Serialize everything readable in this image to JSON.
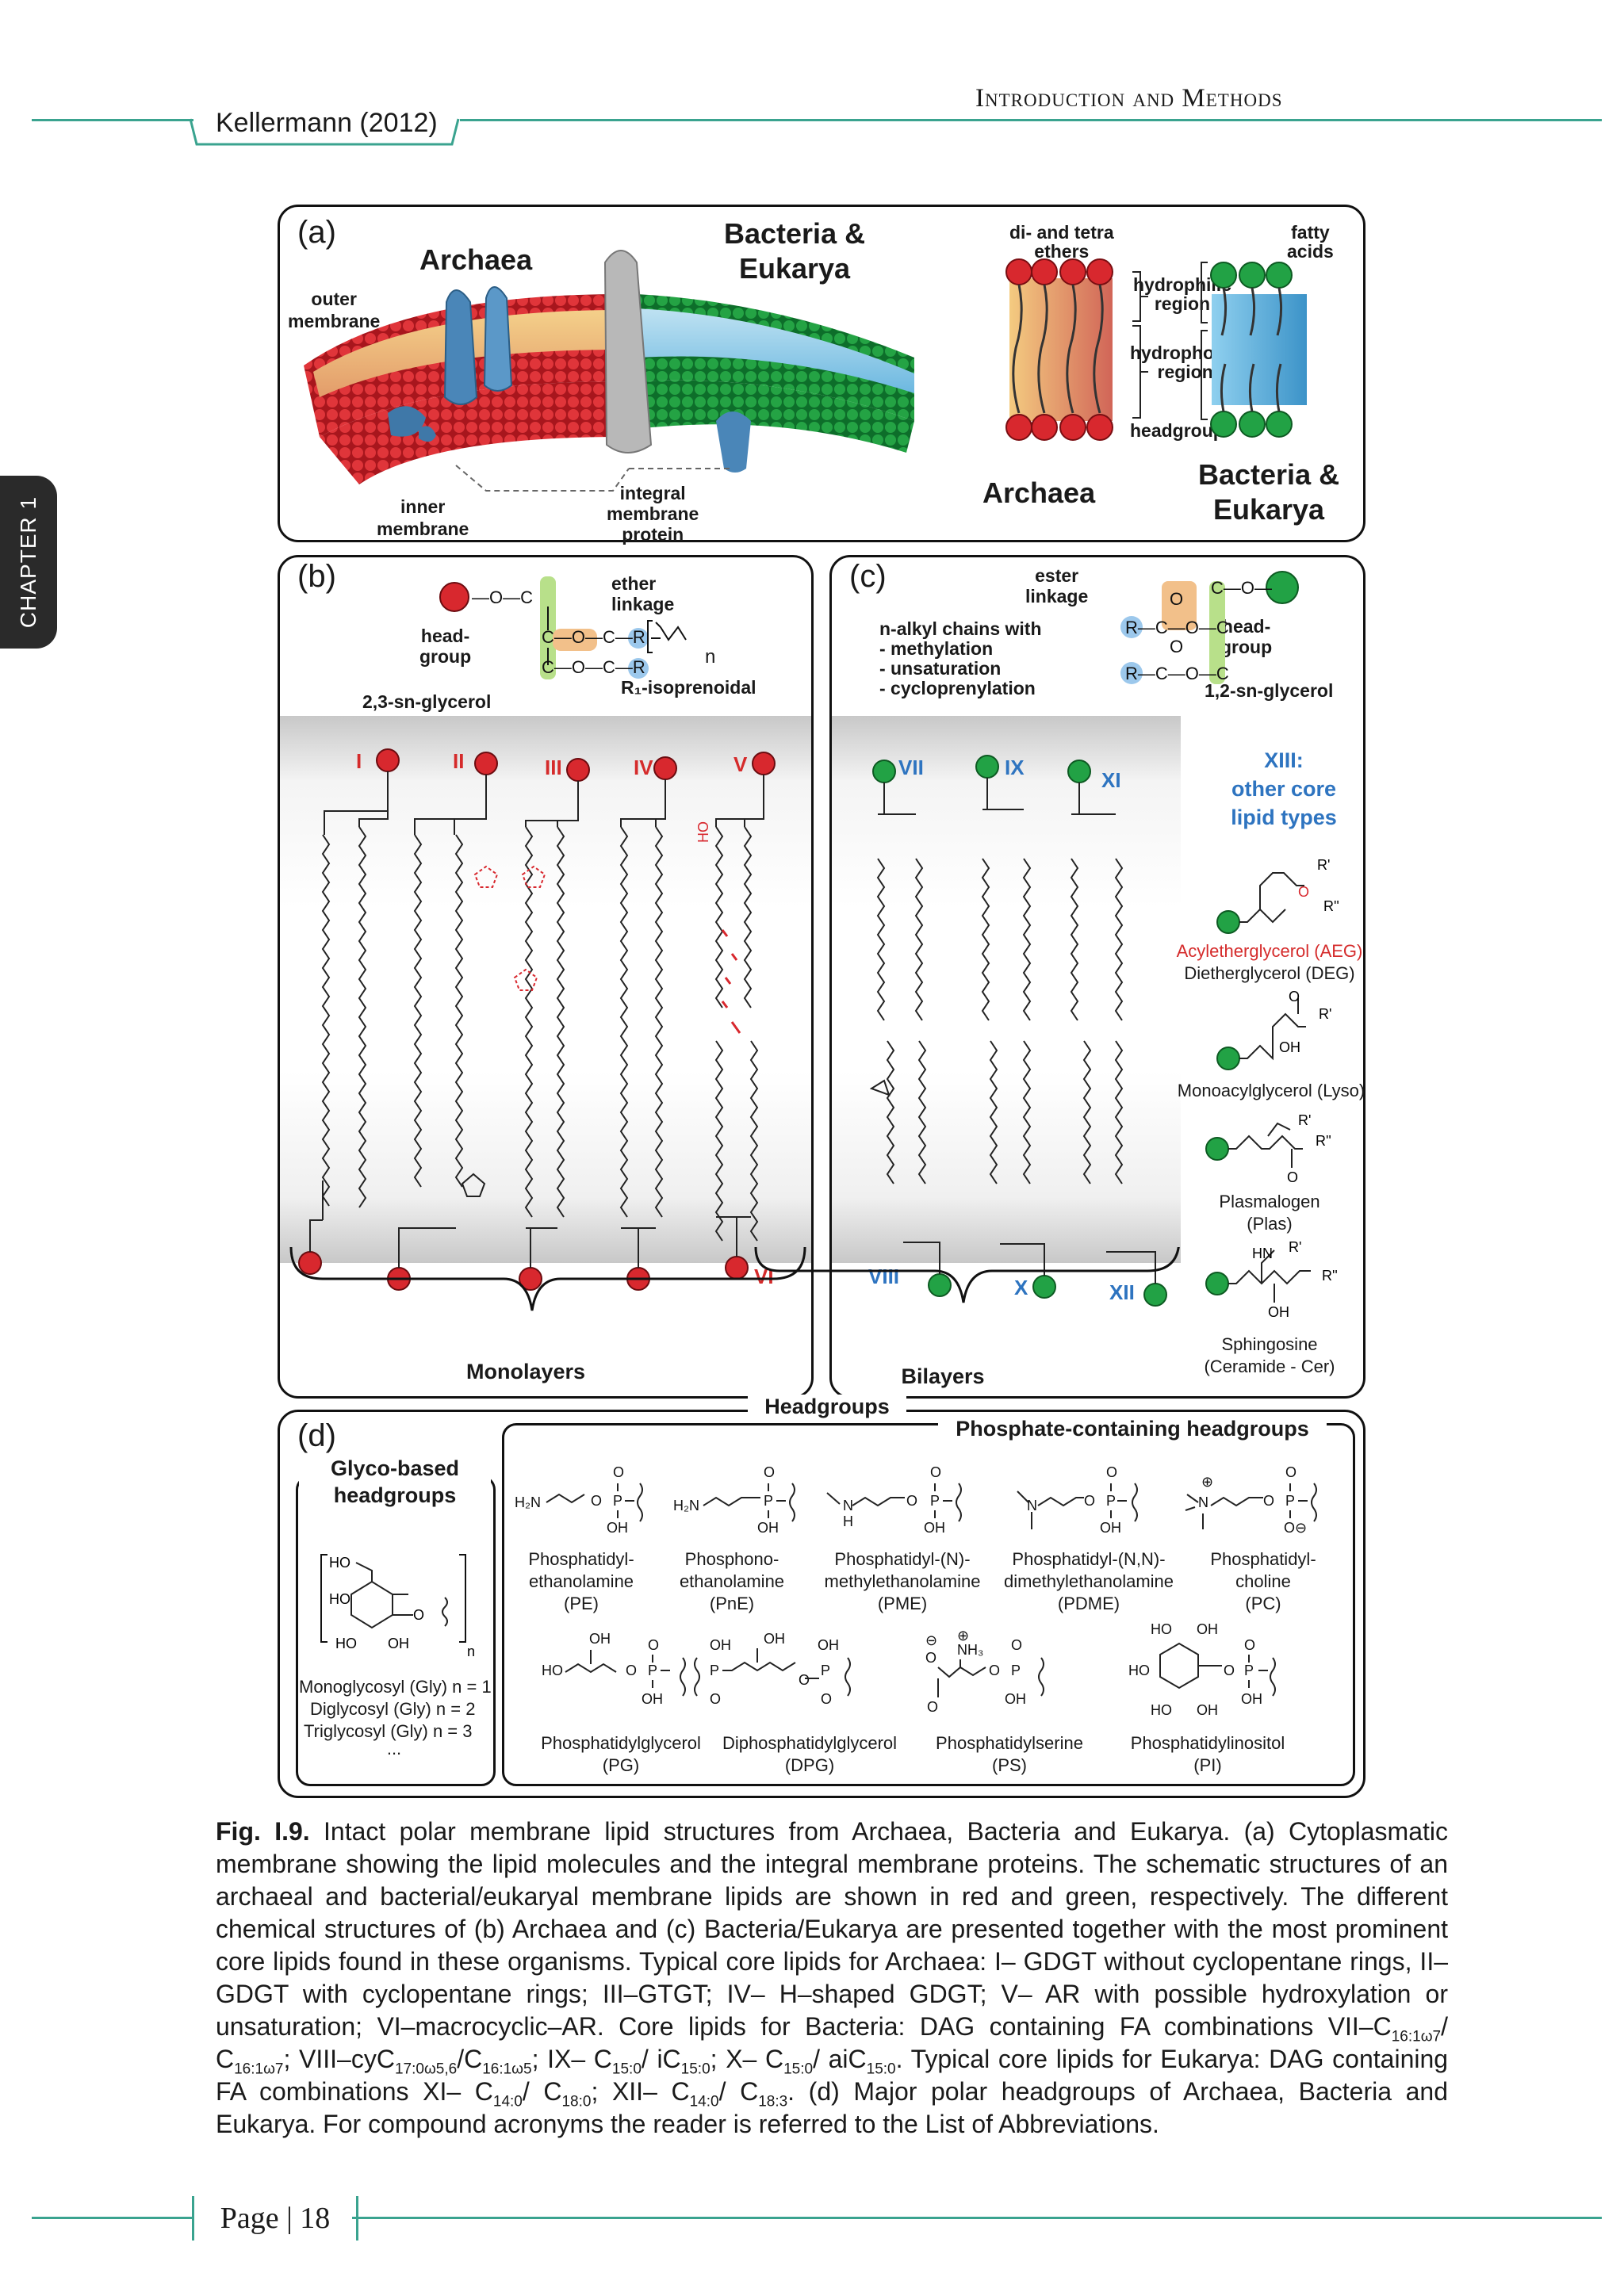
{
  "header": {
    "author": "Kellermann (2012)",
    "section": "Introduction and Methods",
    "chapter_tab": "CHAPTER 1"
  },
  "panel_a": {
    "label": "(a)",
    "archaea_title": "Archaea",
    "bact_title": "Bacteria &\nEukarya",
    "outer_membrane": "outer\nmembrane",
    "inner_membrane": "inner\nmembrane",
    "integral_protein": "integral\nmembrane\nprotein",
    "ethers": "di- and tetra\nethers",
    "fatty_acids": "fatty\nacids",
    "hydrophilic": "hydrophilic\nregion",
    "hydrophobic": "hydrophobic\nregion",
    "headgroup": "headgroup",
    "archaea_small": "Archaea",
    "bact_small": "Bacteria &\nEukarya",
    "colors": {
      "archaea": "#c8202a",
      "bacteria": "#1f8f3a",
      "protein": "#4a86b8"
    }
  },
  "panel_b": {
    "label": "(b)",
    "ether_linkage": "ether\nlinkage",
    "headgroup": "head-\ngroup",
    "glycerol": "2,3-sn-glycerol",
    "isoprenoidal": "R₁-isoprenoidal",
    "n": "n",
    "lipids": [
      "I",
      "II",
      "III",
      "IV",
      "V",
      "VI"
    ],
    "monolayers": "Monolayers"
  },
  "panel_c": {
    "label": "(c)",
    "ester_linkage": "ester\nlinkage",
    "alkyl_chains": "n-alkyl chains with\n- methylation\n- unsaturation\n- cycloprenylation",
    "headgroup": "head-\ngroup",
    "glycerol": "1,2-sn-glycerol",
    "lipids": [
      "VII",
      "IX",
      "XI",
      "VIII",
      "X",
      "XII"
    ],
    "bilayers": "Bilayers",
    "xiii_title": "XIII:\nother core\nlipid types",
    "other_lipids": [
      {
        "name": "Acyletherglycerol (AEG)",
        "name2": "Dietherglycerol (DEG)"
      },
      {
        "name": "Monoacylglycerol (Lyso)"
      },
      {
        "name": "Plasmalogen",
        "name2": "(Plas)"
      },
      {
        "name": "Sphingosine",
        "name2": "(Ceramide - Cer)"
      }
    ]
  },
  "panel_d": {
    "label": "(d)",
    "headgroups_title": "Headgroups",
    "phosphate_title": "Phosphate-containing headgroups",
    "glyco_title": "Glyco-based\nheadgroups",
    "glyco_lines": [
      "Monoglycosyl (Gly) n = 1",
      "Diglycosyl (Gly) n = 2",
      "Triglycosyl (Gly) n = 3",
      "..."
    ],
    "row1": [
      {
        "name": "Phosphatidyl-\nethanolamine\n(PE)"
      },
      {
        "name": "Phosphono-\nethanolamine\n(PnE)"
      },
      {
        "name": "Phosphatidyl-(N)-\nmethylethanolamine\n(PME)"
      },
      {
        "name": "Phosphatidyl-(N,N)-\ndimethylethanolamine\n(PDME)"
      },
      {
        "name": "Phosphatidyl-\ncholine\n(PC)"
      }
    ],
    "row2": [
      {
        "name": "Phosphatidylglycerol\n(PG)"
      },
      {
        "name": "Diphosphatidylglycerol\n(DPG)"
      },
      {
        "name": "Phosphatidylserine\n(PS)"
      },
      {
        "name": "Phosphatidylinositol\n(PI)"
      }
    ]
  },
  "caption": {
    "label": "Fig. I.9.",
    "text": "Intact polar membrane lipid structures from Archaea, Bacteria and Eukarya. (a) Cytoplasmatic membrane showing the lipid molecules and the integral membrane proteins. The schematic structures of an archaeal and bacterial/eukaryal membrane lipids are shown in red and green, respectively. The different chemical structures of (b) Archaea and (c) Bacteria/Eukarya are presented together with the most prominent core lipids found in these organisms. Typical core lipids for Archaea: I– GDGT without cyclopentane rings, II– GDGT with cyclopentane rings; III–GTGT; IV– H–shaped GDGT; V– AR with possible hydroxylation or unsaturation; VI–macrocyclic–AR. Core lipids for Bacteria: DAG containing FA combinations VII–C",
    "parts": {
      "p1": "16:1ω7",
      "p2": "/ C",
      "p3": "16:1ω7",
      "p4": "; VIII–cyC",
      "p5": "17:0ω5,6",
      "p6": "/C",
      "p7": "16:1ω5",
      "p8": "; IX– C",
      "p9": "15:0",
      "p10": "/ iC",
      "p11": "15:0",
      "p12": "; X– C",
      "p13": "15:0",
      "p14": "/ aiC",
      "p15": "15:0",
      "p16": ". Typical core lipids for Eukarya: DAG containing FA combinations XI– C",
      "p17": "14:0",
      "p18": "/ C",
      "p19": "18:0",
      "p20": "; XII– C",
      "p21": "14:0",
      "p22": "/ C",
      "p23": "18:3",
      "p24": ". (d) Major polar headgroups of Archaea, Bacteria and Eukarya. For compound acronyms the reader is referred to the List of Abbreviations."
    }
  },
  "footer": {
    "page": "Page | 18"
  }
}
